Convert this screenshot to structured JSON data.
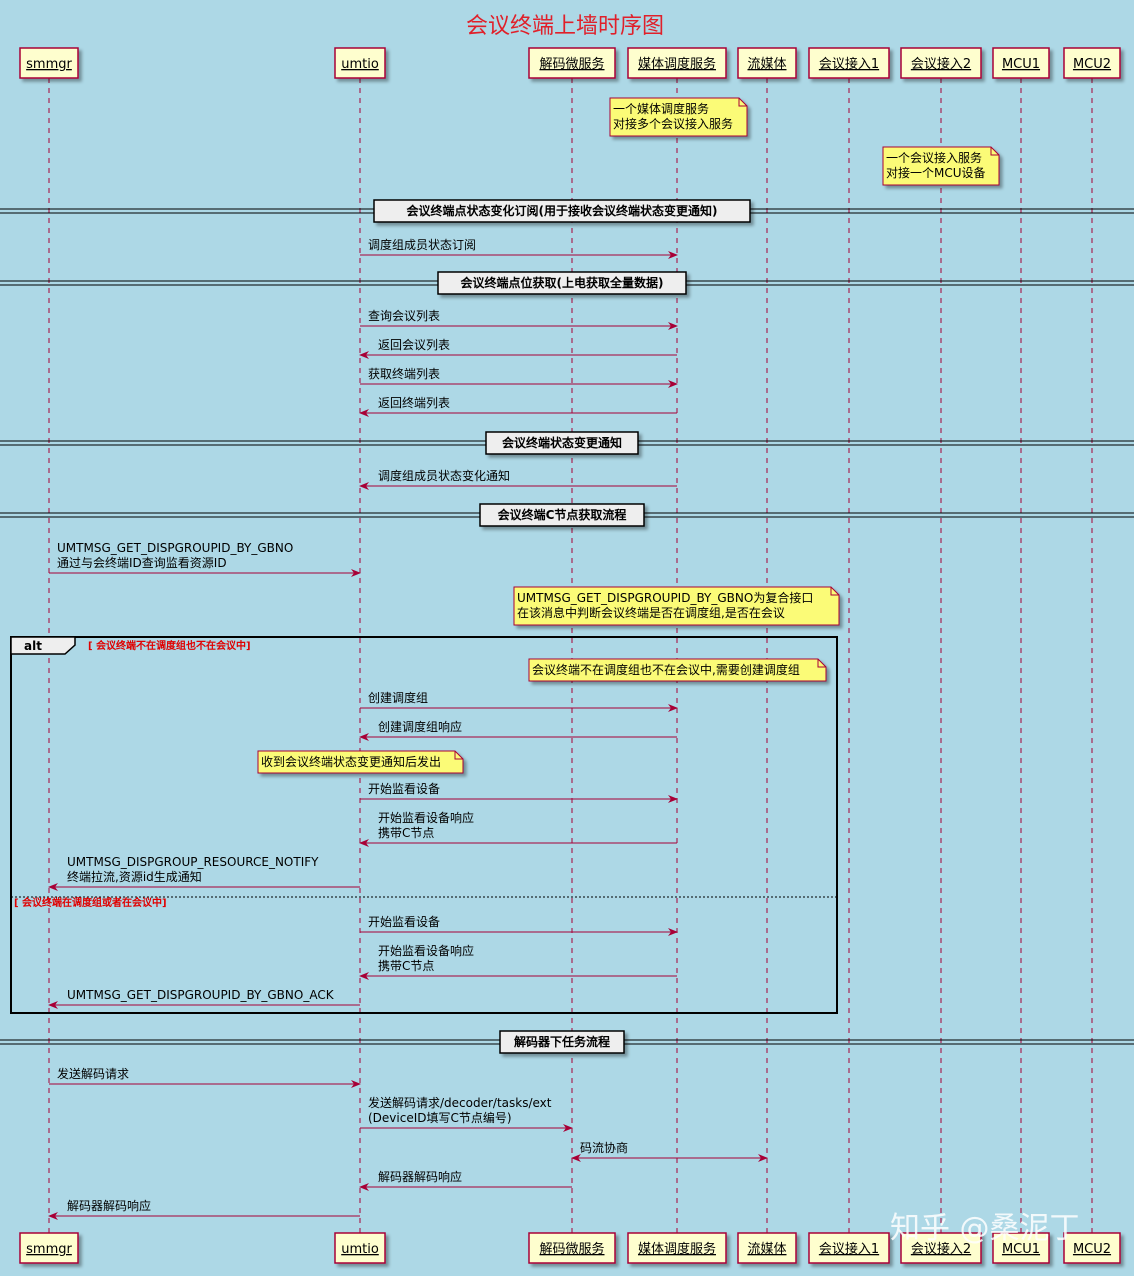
{
  "title": "会议终端上墙时序图",
  "participants": [
    {
      "id": "smmgr",
      "label": "smmgr"
    },
    {
      "id": "umtio",
      "label": "umtio"
    },
    {
      "id": "decoder",
      "label": "解码微服务"
    },
    {
      "id": "media",
      "label": "媒体调度服务"
    },
    {
      "id": "stream",
      "label": "流媒体"
    },
    {
      "id": "conf1",
      "label": "会议接入1"
    },
    {
      "id": "conf2",
      "label": "会议接入2"
    },
    {
      "id": "mcu1",
      "label": "MCU1"
    },
    {
      "id": "mcu2",
      "label": "MCU2"
    }
  ],
  "notes": [
    {
      "id": "n1",
      "lines": [
        "一个媒体调度服务",
        "对接多个会议接入服务"
      ]
    },
    {
      "id": "n2",
      "lines": [
        "一个会议接入服务",
        "对接一个MCU设备"
      ]
    },
    {
      "id": "n3",
      "lines": [
        "UMTMSG_GET_DISPGROUPID_BY_GBNO为复合接口",
        "在该消息中判断会议终端是否在调度组,是否在会议"
      ]
    },
    {
      "id": "n4",
      "lines": [
        "会议终端不在调度组也不在会议中,需要创建调度组"
      ]
    },
    {
      "id": "n5",
      "lines": [
        "收到会议终端状态变更通知后发出"
      ]
    }
  ],
  "sections": [
    {
      "id": "s1",
      "label": "会议终端点状态变化订阅(用于接收会议终端状态变更通知)"
    },
    {
      "id": "s2",
      "label": "会议终端点位获取(上电获取全量数据)"
    },
    {
      "id": "s3",
      "label": "会议终端状态变更通知"
    },
    {
      "id": "s4",
      "label": "会议终端C节点获取流程"
    },
    {
      "id": "s5",
      "label": "解码器下任务流程"
    }
  ],
  "group": {
    "keyword": "alt",
    "condition1": "[ 会议终端不在调度组也不在会议中]",
    "condition2": "[ 会议终端在调度组或者在会议中]"
  },
  "messages": [
    {
      "id": "m1",
      "lines": [
        "调度组成员状态订阅"
      ]
    },
    {
      "id": "m2",
      "lines": [
        "查询会议列表"
      ]
    },
    {
      "id": "m3",
      "lines": [
        "返回会议列表"
      ]
    },
    {
      "id": "m4",
      "lines": [
        "获取终端列表"
      ]
    },
    {
      "id": "m5",
      "lines": [
        "返回终端列表"
      ]
    },
    {
      "id": "m6",
      "lines": [
        "调度组成员状态变化通知"
      ]
    },
    {
      "id": "m7",
      "lines": [
        "UMTMSG_GET_DISPGROUPID_BY_GBNO",
        "通过与会终端ID查询监看资源ID"
      ]
    },
    {
      "id": "m8",
      "lines": [
        "创建调度组"
      ]
    },
    {
      "id": "m9",
      "lines": [
        "创建调度组响应"
      ]
    },
    {
      "id": "m10",
      "lines": [
        "开始监看设备"
      ]
    },
    {
      "id": "m11",
      "lines": [
        "开始监看设备响应",
        "携带C节点"
      ]
    },
    {
      "id": "m12",
      "lines": [
        "UMTMSG_DISPGROUP_RESOURCE_NOTIFY",
        "终端拉流,资源id生成通知"
      ]
    },
    {
      "id": "m13",
      "lines": [
        "开始监看设备"
      ]
    },
    {
      "id": "m14",
      "lines": [
        "开始监看设备响应",
        "携带C节点"
      ]
    },
    {
      "id": "m15",
      "lines": [
        "UMTMSG_GET_DISPGROUPID_BY_GBNO_ACK"
      ]
    },
    {
      "id": "m16",
      "lines": [
        "发送解码请求"
      ]
    },
    {
      "id": "m17",
      "lines": [
        "发送解码请求/decoder/tasks/ext",
        "(DeviceID填写C节点编号)"
      ]
    },
    {
      "id": "m18",
      "lines": [
        "码流协商"
      ]
    },
    {
      "id": "m19",
      "lines": [
        "解码器解码响应"
      ]
    },
    {
      "id": "m20",
      "lines": [
        "解码器解码响应"
      ]
    }
  ],
  "watermark": "知乎 @桑泥丁"
}
